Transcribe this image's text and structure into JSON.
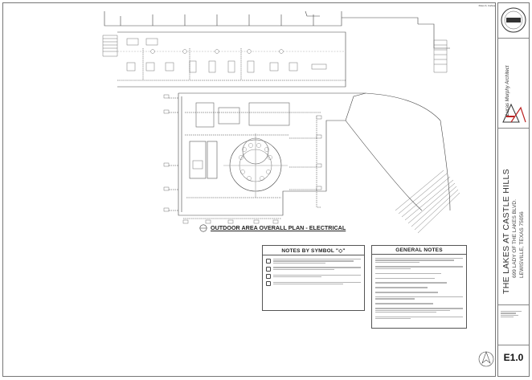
{
  "sheet": {
    "file_path": "",
    "footer": ""
  },
  "plan": {
    "title": "OUTDOOR AREA OVERALL PLAN - ELECTRICAL",
    "scale": ""
  },
  "notes_by_symbol": {
    "title": "NOTES BY SYMBOL \"◇\""
  },
  "general_notes": {
    "title": "GENERAL NOTES"
  },
  "stamp": {
    "engineer": "Peter A. Cahoa",
    "firm": ""
  },
  "title_block": {
    "architect": "Lucas Murphy Architect",
    "project_name": "THE LAKES AT CASTLE HILLS",
    "address_line1": "699 LADY OF THE LAKES BLVD.",
    "address_line2": "LEWISVILLE, TEXAS 75056",
    "sheet_number": "E1.0"
  }
}
